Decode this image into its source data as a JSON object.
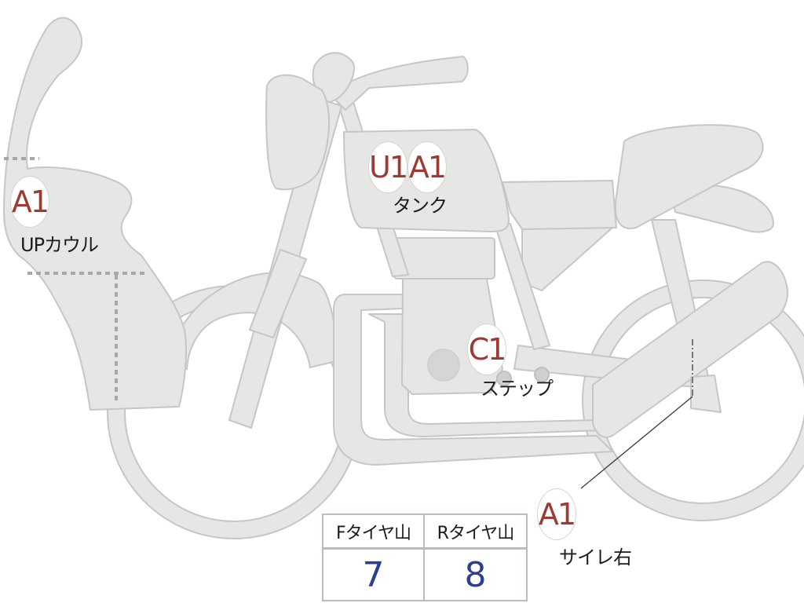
{
  "markers": [
    {
      "code": "A1",
      "label": "UPカウル"
    },
    {
      "code": "U1",
      "label": ""
    },
    {
      "code": "A1",
      "label": "タンク"
    },
    {
      "code": "C1",
      "label": "ステップ"
    },
    {
      "code": "A1",
      "label": "サイレ右"
    }
  ],
  "tire_table": {
    "headers": [
      "Fタイヤ山",
      "Rタイヤ山"
    ],
    "values": [
      "7",
      "8"
    ]
  },
  "colors": {
    "part_fill": "#e6e6e4",
    "part_stroke": "#c4c4c4",
    "badge_text": "#9b3b34",
    "value_text": "#2d3f8f",
    "dotted_line": "#a6a8ad"
  }
}
